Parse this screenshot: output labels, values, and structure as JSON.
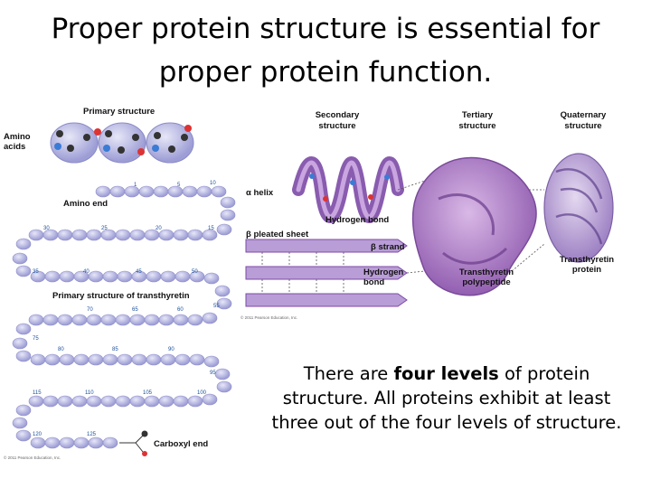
{
  "slide": {
    "title_line1": "Proper protein structure is essential for",
    "title_line2": "proper protein function.",
    "caption_part1": "There are ",
    "caption_bold": "four levels",
    "caption_part2": " of protein structure.  All proteins exhibit at least three out of the four levels of structure."
  },
  "figure": {
    "primary_structure": "Primary structure",
    "amino_acids": "Amino\nacids",
    "amino_end": "Amino end",
    "primary_structure_of_transthyretin": "Primary structure of transthyretin",
    "carboxyl_end": "Carboxyl end",
    "secondary_structure": "Secondary\nstructure",
    "tertiary_structure": "Tertiary\nstructure",
    "quaternary_structure": "Quaternary\nstructure",
    "alpha_helix": "α helix",
    "hydrogen_bond_1": "Hydrogen bond",
    "beta_pleated_sheet": "β pleated sheet",
    "beta_strand": "β strand",
    "hydrogen_bond_2": "Hydrogen\nbond",
    "transthyretin_polypeptide": "Transthyretin\npolypeptide",
    "transthyretin_protein": "Transthyretin\nprotein",
    "copyright_1": "© 2011 Pearson Education, Inc.",
    "copyright_2": "© 2011 Pearson Education, Inc.",
    "numbers": [
      "1",
      "5",
      "10",
      "15",
      "20",
      "25",
      "30",
      "35",
      "40",
      "45",
      "50",
      "55",
      "60",
      "65",
      "70",
      "75",
      "80",
      "85",
      "90",
      "95",
      "100",
      "105",
      "110",
      "115",
      "120",
      "125"
    ]
  },
  "colors": {
    "chain_bead": "#b9b9e4",
    "helix": "#7c4aa6",
    "tertiary": "#a976c4",
    "quaternary": "#b49ad2"
  }
}
